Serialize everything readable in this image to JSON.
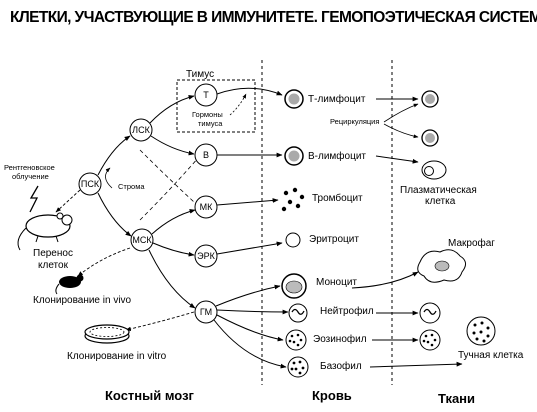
{
  "title": "КЛЕТКИ, УЧАСТВУЮЩИЕ В ИММУНИТЕТЕ. ГЕМОПОЭТИЧЕСКАЯ СИСТЕМА",
  "thymus": {
    "label": "Тимус",
    "hormones_line1": "Гормоны",
    "hormones_line2": "тимуса"
  },
  "nodes": {
    "psk": "ПСК",
    "lsk": "ЛСК",
    "msk": "МСК",
    "t": "Т",
    "b": "В",
    "mk": "МК",
    "erk": "ЭРК",
    "gm": "ГМ"
  },
  "labels": {
    "xray_line1": "Рентгеновское",
    "xray_line2": "облучение",
    "stroma": "Строма",
    "transfer_line1": "Перенос",
    "transfer_line2": "клеток",
    "clone_vivo": "Клонирование in vivo",
    "clone_vitro": "Клонирование in vitro"
  },
  "cells": {
    "t_lymph": "Т-лимфоцит",
    "b_lymph": "В-лимфоцит",
    "thrombocyte": "Тромбоцит",
    "erythrocyte": "Эритроцит",
    "monocyte": "Моноцит",
    "neutrophil": "Нейтрофил",
    "eosinophil": "Эозинофил",
    "basophil": "Базофил",
    "recirc": "Рециркуляция",
    "plasma_line1": "Плазматическая",
    "plasma_line2": "клетка",
    "macrophage": "Макрофаг",
    "mast": "Тучная клетка"
  },
  "sections": {
    "bone_marrow": "Костный мозг",
    "blood": "Кровь",
    "tissues": "Ткани"
  }
}
